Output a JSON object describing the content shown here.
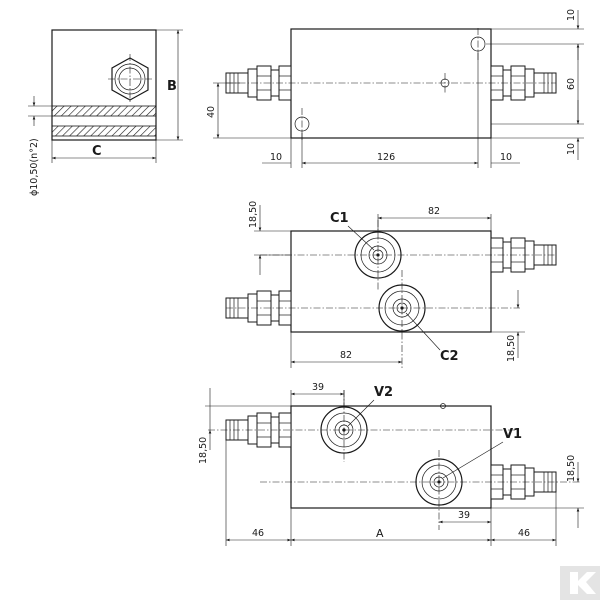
{
  "labels": {
    "b": "B",
    "c": "C",
    "a": "A",
    "c1": "C1",
    "c2": "C2",
    "v1": "V1",
    "v2": "V2",
    "hole_dia": "ϕ10,50(n°2)"
  },
  "dims": {
    "top_right_upper": "10",
    "top_right_mid": "60",
    "top_right_lower": "10",
    "top_left_height": "40",
    "top_bottom_left": "10",
    "top_bottom_length": "126",
    "top_bottom_right": "10",
    "mid_top_spacing": "82",
    "mid_left_offset": "18,50",
    "mid_bottom_spacing": "82",
    "mid_right_offset": "18,50",
    "bot_top_spacing": "39",
    "bot_left_offset": "18,50",
    "bot_right_offset": "18,50",
    "bot_bottom_spacing": "39",
    "bot_left_connector": "46",
    "bot_right_connector": "46"
  },
  "colors": {
    "line": "#1a1a1a",
    "logo_bg": "#e4e4e4"
  }
}
